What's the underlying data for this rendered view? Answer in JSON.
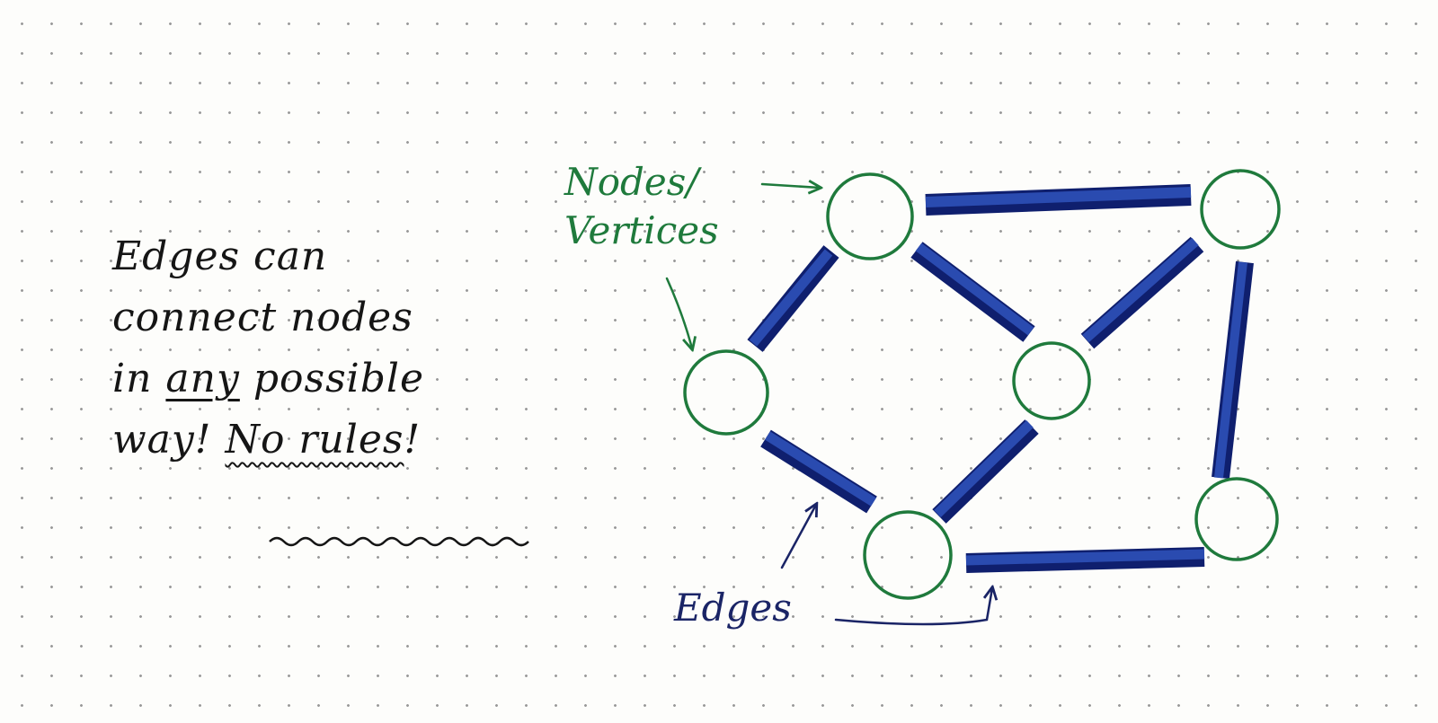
{
  "note": {
    "line1": "Edges can",
    "line2": "connect nodes",
    "line3_pre": "in",
    "line3_emph": "any",
    "line3_post": "possible",
    "line4_pre": "way!",
    "line4_emph": "No rules",
    "line4_post": "!"
  },
  "labels": {
    "nodes_line1": "Nodes/",
    "nodes_line2": "Vertices",
    "edges": "Edges"
  },
  "colors": {
    "node_stroke": "#1f7a3c",
    "edge_fill": "#1f3a9e",
    "edge_dark": "#0f1f6e",
    "annotation_green": "#1f7a3c",
    "annotation_navy": "#1a2466"
  },
  "graph": {
    "nodes": [
      "top-left",
      "top-right",
      "left",
      "center",
      "bottom",
      "bottom-right"
    ],
    "edges": [
      [
        "top-left",
        "top-right"
      ],
      [
        "top-left",
        "left"
      ],
      [
        "top-left",
        "center"
      ],
      [
        "top-right",
        "center"
      ],
      [
        "top-right",
        "bottom-right"
      ],
      [
        "left",
        "bottom"
      ],
      [
        "center",
        "bottom"
      ],
      [
        "bottom",
        "bottom-right"
      ]
    ]
  }
}
